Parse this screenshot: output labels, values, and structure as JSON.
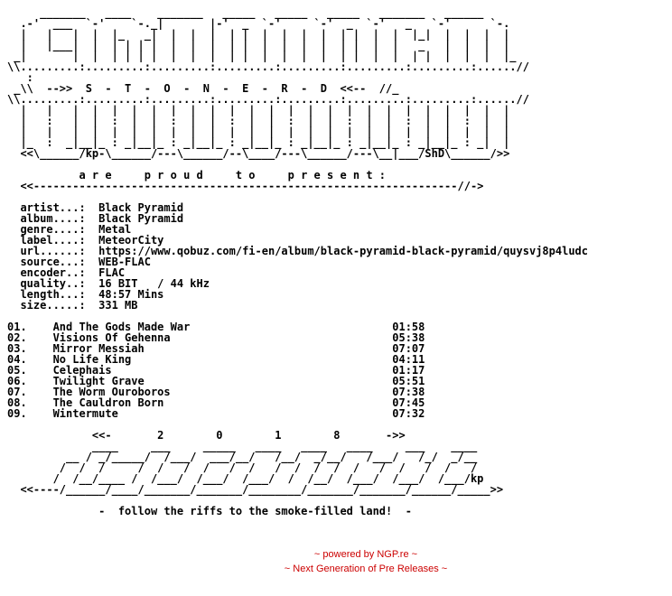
{
  "nfo_text": "     _______   ____    _______   _____   _____   _____   _______   ______\n  .-'  ___  `-'    `-._|       |-'  _  `-'     `-'  _  `-'   _   `-'      `-.\n  |   |   |  |  |_   _|  |  |  |  | |  |  |  |  |  | |  |  |  |_|  |  |  |  |\n  |   |___|  |  | | | |  |  |  |  | |  |  |  |  |  | |  |  |   _   |  |  |  |\n _|       |  |  | | | |  |  |  |  | |  |  |  |  |  | |  |  |  | |  |  |  |  |_\n\\\\.........:.........:.........:.........:.........:.........:.........:......//\n   :\n _\\\\  -->>  S  -  T  -  O  -  N  -  E  -  R  -  D  <<--  //_\n\\\\.........:.........:.........:.........:.........:.........:.........:......//\n  |   |   |  |  |  |  |  |  |  |  |  |  |  |  |  |  |  |  |  |  |  |  |  |  |\n  |   :   |  |  :  |  |  :  |  |  :  |  |  :  |  |  :  |  |  :  |  |  :  |  |\n  |   |   |  |  |  |  |  |  |  |  |  |  |  |  |  |  |  |  |  |  |  |  |  |  |\n  |_  :  _|__|_ : _|__|_ : _|__|_ : _|__|_ : _|__|_ : _|__|_ : _|__|_ : _|  |\n  <<\\______/kp-\\______/---\\______/--\\____/---\\______/---\\__|___/ShD\\______/>>\n\n           a r e     p r o u d     t o     p r e s e n t :\n  <<-----------------------------------------------------------------//->\n\n  artist...:  Black Pyramid\n  album....:  Black Pyramid\n  genre....:  Metal\n  label....:  MeteorCity\n  url......:  https://www.qobuz.com/fi-en/album/black-pyramid-black-pyramid/quysvj8p4ludc\n  source...:  WEB-FLAC\n  encoder..:  FLAC\n  quality..:  16 BIT   / 44 kHz\n  length...:  48:57 Mins\n  size.....:  331 MB\n\n01.    And The Gods Made War                               01:58\n02.    Visions Of Gehenna                                  05:38\n03.    Mirror Messiah                                      07:07\n04.    No Life King                                        04:11\n05.    Celephais                                           01:17\n06.    Twilight Grave                                      05:51\n07.    The Worm Ouroboros                                  07:38\n08.    The Cauldron Born                                   07:45\n09.    Wintermute                                          07:32\n\n             <<-       2        0        1        8       ->>\n             ____     ___     _____   ____   ____   ____     ___    ____\n         __ / _/_____/  /___/  ___/__/   /__/  _/__/   /___/   /_/  _/__\n        /  /  /     /  /   /  /   /  /   /  /  /  /  /   /  /   /  /   /\n       /  /__/____ /  /___/  /___/  /___/  /  /__/  /___/  /___/  /___/kp\n  <<----/______/____/_______/_______/________/_______/_______/______/_____>>\n\n              -  follow the riffs to the smoke-filled land!  -",
  "footer": {
    "line1": "~ powered by NGP.re ~",
    "line2": "~ Next Generation of Pre Releases ~"
  }
}
